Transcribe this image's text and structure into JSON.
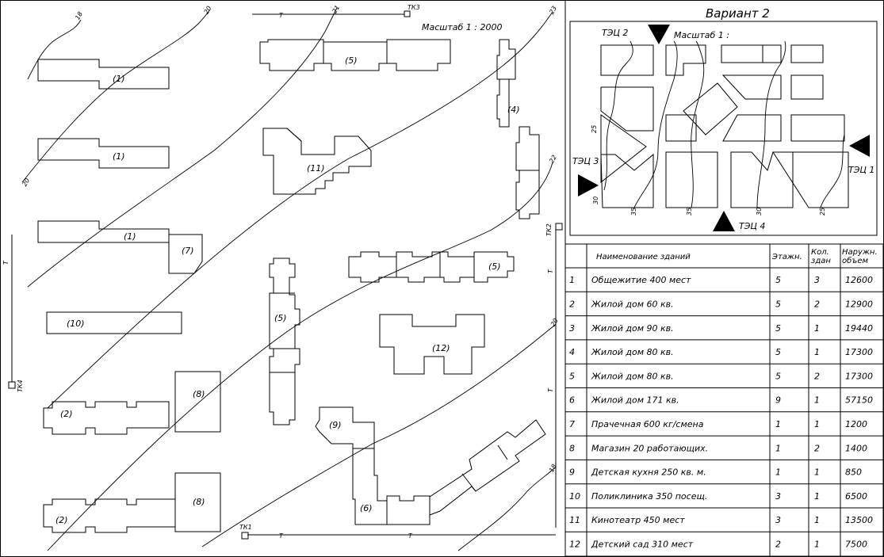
{
  "plan": {
    "scale": "Масштаб 1 : 2000",
    "line_marker": "Т",
    "tk": [
      "ТК1",
      "ТК2",
      "ТК3",
      "ТК4"
    ],
    "contours": [
      "18",
      "20",
      "21",
      "22",
      "23",
      "20",
      "18"
    ],
    "building_labels": [
      "(1)",
      "(1)",
      "(1)",
      "(7)",
      "(10)",
      "(2)",
      "(8)",
      "(2)",
      "(8)",
      "(5)",
      "(4)",
      "(11)",
      "(5)",
      "(5)",
      "(12)",
      "(9)",
      "(6)"
    ]
  },
  "variant": {
    "title": "Вариант 2",
    "scale": "Масштаб 1 :",
    "tec": [
      "ТЭЦ 2",
      "ТЭЦ 3",
      "ТЭЦ 1",
      "ТЭЦ 4"
    ],
    "contours": [
      "25",
      "30",
      "35",
      "35",
      "30",
      "25"
    ]
  },
  "table": {
    "headers": {
      "name": "Наименование зданий",
      "floors": "Этажн.",
      "count": "Кол. здан",
      "volume": "Наружн. объем"
    },
    "rows": [
      {
        "n": "1",
        "name": "Общежитие 400 мест",
        "floors": "5",
        "count": "3",
        "volume": "12600"
      },
      {
        "n": "2",
        "name": "Жилой дом 60 кв.",
        "floors": "5",
        "count": "2",
        "volume": "12900"
      },
      {
        "n": "3",
        "name": "Жилой дом 90 кв.",
        "floors": "5",
        "count": "1",
        "volume": "19440"
      },
      {
        "n": "4",
        "name": "Жилой дом 80 кв.",
        "floors": "5",
        "count": "1",
        "volume": "17300"
      },
      {
        "n": "5",
        "name": "Жилой дом 80 кв.",
        "floors": "5",
        "count": "2",
        "volume": "17300"
      },
      {
        "n": "6",
        "name": "Жилой дом 171 кв.",
        "floors": "9",
        "count": "1",
        "volume": "57150"
      },
      {
        "n": "7",
        "name": "Прачечная 600 кг/смена",
        "floors": "1",
        "count": "1",
        "volume": "1200"
      },
      {
        "n": "8",
        "name": "Магазин 20 работающих.",
        "floors": "1",
        "count": "2",
        "volume": "1400"
      },
      {
        "n": "9",
        "name": "Детская кухня 250 кв. м.",
        "floors": "1",
        "count": "1",
        "volume": "850"
      },
      {
        "n": "10",
        "name": "Поликлиника 350 посещ.",
        "floors": "3",
        "count": "1",
        "volume": "6500"
      },
      {
        "n": "11",
        "name": "Кинотеатр 450 мест",
        "floors": "3",
        "count": "1",
        "volume": "13500"
      },
      {
        "n": "12",
        "name": "Детский сад 310 мест",
        "floors": "2",
        "count": "1",
        "volume": "7500"
      }
    ]
  }
}
